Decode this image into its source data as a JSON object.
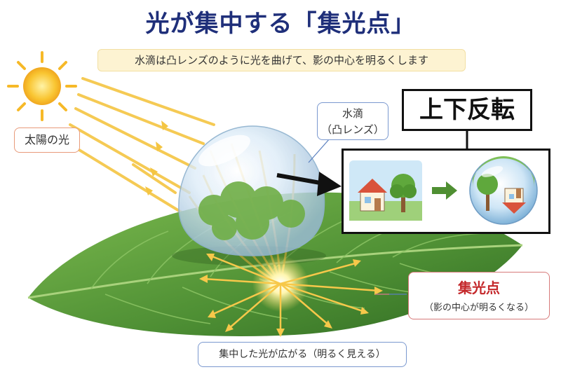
{
  "title": "光が集中する「集光点」",
  "subtitle": "水滴は凸レンズのように光を曲げて、影の中心を明るくします",
  "labels": {
    "sun": "太陽の光",
    "drop_line1": "水滴",
    "drop_line2": "（凸レンズ）",
    "focus_title": "集光点",
    "focus_note": "（影の中心が明るくなる）",
    "spread": "集中した光が広がる（明るく見える）",
    "flip": "上下反転"
  },
  "colors": {
    "title": "#1f2f7a",
    "sun": "#f6b928",
    "ray": "#f4c542",
    "leaf": "#5b9a3c",
    "focus": "#c4282b",
    "arrow_green": "#4f8f32"
  },
  "icons": [
    "sun-icon",
    "water-drop",
    "leaf",
    "house-icon",
    "tree-icon",
    "arrow-right-icon",
    "crystal-ball-icon"
  ]
}
